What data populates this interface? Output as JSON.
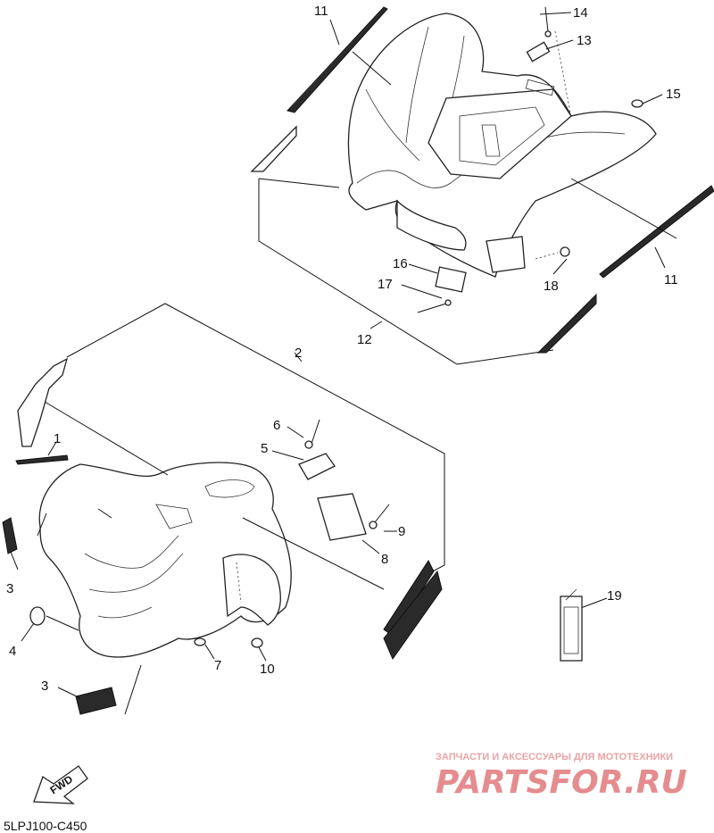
{
  "diagram": {
    "callouts": [
      {
        "id": "c11a",
        "text": "11"
      },
      {
        "id": "c14",
        "text": "14"
      },
      {
        "id": "c13",
        "text": "13"
      },
      {
        "id": "c15",
        "text": "15"
      },
      {
        "id": "c11b",
        "text": "11"
      },
      {
        "id": "c16",
        "text": "16"
      },
      {
        "id": "c17",
        "text": "17"
      },
      {
        "id": "c18",
        "text": "18"
      },
      {
        "id": "c12",
        "text": "12"
      },
      {
        "id": "c2",
        "text": "2"
      },
      {
        "id": "c1",
        "text": "1"
      },
      {
        "id": "c6",
        "text": "6"
      },
      {
        "id": "c5",
        "text": "5"
      },
      {
        "id": "c3a",
        "text": "3"
      },
      {
        "id": "c9",
        "text": "9"
      },
      {
        "id": "c8",
        "text": "8"
      },
      {
        "id": "c4",
        "text": "4"
      },
      {
        "id": "c7",
        "text": "7"
      },
      {
        "id": "c10",
        "text": "10"
      },
      {
        "id": "c3b",
        "text": "3"
      },
      {
        "id": "c19",
        "text": "19"
      }
    ],
    "direction_label": "FWD",
    "diagram_code": "5LPJ100-C450"
  },
  "watermark": {
    "tagline": "ЗАПЧАСТИ И АКСЕССУАРЫ ДЛЯ МОТОТЕХНИКИ",
    "brand": "PARTSFOR.RU",
    "color": "#e58c8f"
  }
}
